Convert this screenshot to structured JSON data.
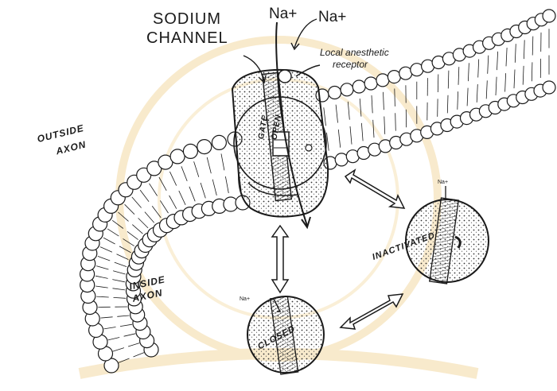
{
  "labels": {
    "sodium": "SODIUM",
    "channel": "CHANNEL",
    "na_in": "Na+",
    "na_out": "Na+",
    "receptor_1": "Local anesthetic",
    "receptor_2": "receptor",
    "outside_1": "OUTSIDE",
    "outside_2": "AXON",
    "inside_1": "INSIDE",
    "inside_2": "AXON",
    "gate_1": "GATE",
    "gate_2": "OPEN",
    "inactivated": "INACTIVATED",
    "closed": "CLOSED",
    "na_small_inactivated": "Na+",
    "na_small_closed": "Na+"
  },
  "colors": {
    "ink": "#1a1a1a",
    "watermark": "#f3d9a4"
  }
}
